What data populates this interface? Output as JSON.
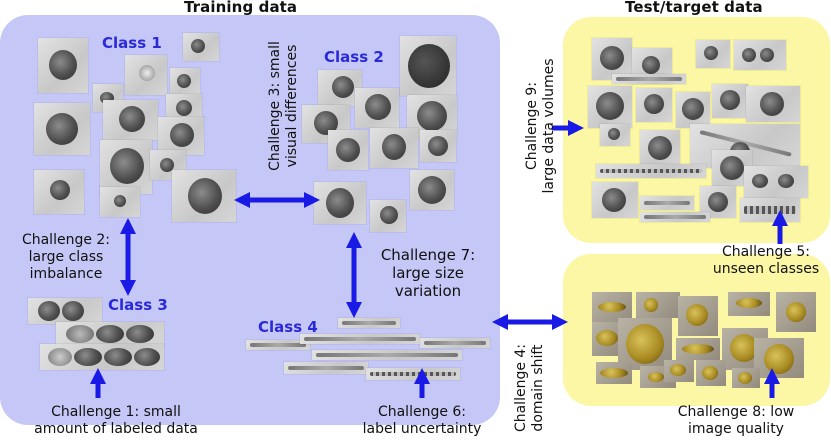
{
  "headers": {
    "training": "Training data",
    "target": "Test/target data"
  },
  "classes": {
    "c1": "Class 1",
    "c2": "Class 2",
    "c3": "Class 3",
    "c4": "Class 4"
  },
  "challenges": {
    "ch1": [
      "Challenge 1: small",
      "amount of labeled data"
    ],
    "ch2": [
      "Challenge 2:",
      "large class",
      "imbalance"
    ],
    "ch3": [
      "Challenge 3: small",
      "visual differences"
    ],
    "ch4": [
      "Challenge 4:",
      "domain shift"
    ],
    "ch5": [
      "Challenge 5:",
      "unseen classes"
    ],
    "ch6": [
      "Challenge 6:",
      "label uncertainty"
    ],
    "ch7": [
      "Challenge 7:",
      "large size",
      "variation"
    ],
    "ch8": [
      "Challenge 8: low",
      "image quality"
    ],
    "ch9": [
      "Challenge 9:",
      "large data volumes"
    ]
  },
  "colors": {
    "arrow": "#1a1ae6",
    "training_bg": "#c5c7f6",
    "target_bg": "#fbf7a4",
    "class_label": "#2a2ad8"
  }
}
